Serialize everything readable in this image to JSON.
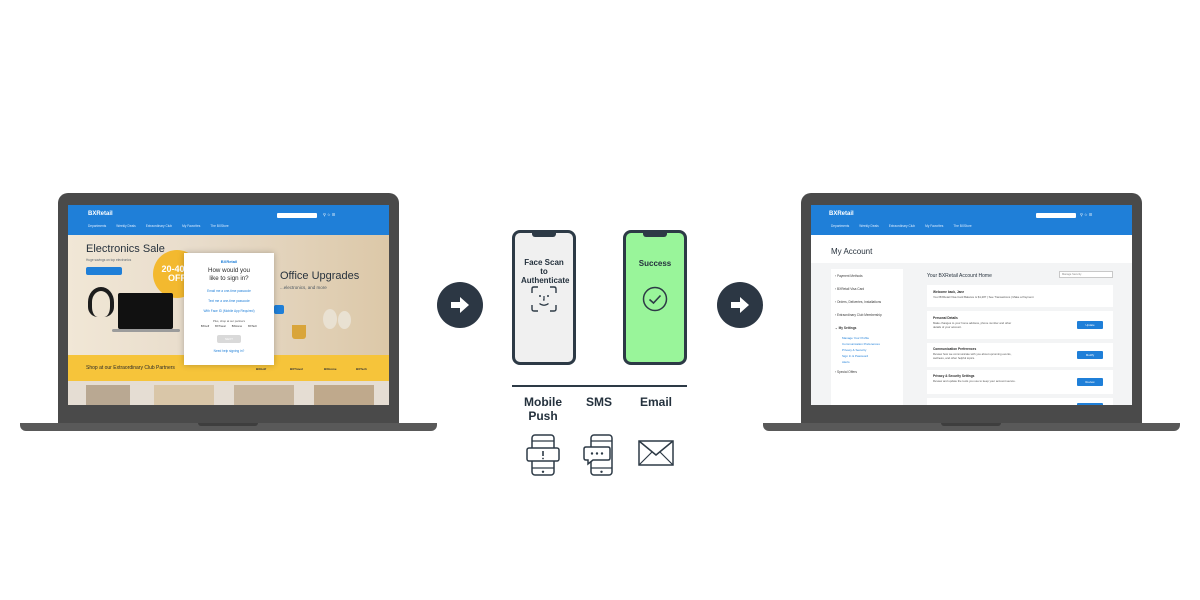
{
  "left_screen": {
    "logo": "BXRetail",
    "nav": [
      "Departments",
      "Weekly Deals",
      "Extraordinary Club",
      "My Favorites",
      "The BXStore"
    ],
    "hero_title": "Electronics Sale",
    "hero_sub": "Huge savings on top electronics",
    "badge": "20-40% OFF",
    "office_title": "Office Upgrades",
    "office_sub": "...electronics, and more",
    "partners_text": "Shop at our Extraordinary Club Partners",
    "partner_logos": [
      "BXGolf",
      "BXTravel",
      "BXHome",
      "BXTech"
    ],
    "modal": {
      "logo": "BXRetail",
      "title_line1": "How would you",
      "title_line2": "like to sign in?",
      "option1": "Email me a one-time passcode",
      "option2": "Text me a one-time passcode",
      "option3": "With Face ID (Mobile App Required)",
      "small": "Plus, shop at our partners",
      "logos": [
        "BXGolf",
        "BXTravel",
        "BXHome",
        "BXTech"
      ],
      "next": "NEXT",
      "help": "Need help signing in?"
    }
  },
  "phones": {
    "face_scan": "Face Scan to Authenticate",
    "success": "Success"
  },
  "methods": [
    {
      "label": "Mobile Push",
      "icon": "mobile-push-icon"
    },
    {
      "label": "SMS",
      "icon": "sms-icon"
    },
    {
      "label": "Email",
      "icon": "email-icon"
    }
  ],
  "right_screen": {
    "logo": "BXRetail",
    "nav": [
      "Departments",
      "Weekly Deals",
      "Extraordinary Club",
      "My Favorites",
      "The BXStore"
    ],
    "page_title": "My Account",
    "side_items": [
      "Payment Methods",
      "BXRetail Visa Card",
      "Orders, Deliveries, Installations",
      "Extraordinary Club Membership",
      "My Settings"
    ],
    "side_subs": [
      "Manage Your Profile",
      "Communication Preferences",
      "Privacy & Security",
      "Sign In & Password",
      "Alerts"
    ],
    "side_last": "Special Offers",
    "panel_title": "Your BXRetail Account Home",
    "dropdown": "Manage Security",
    "welcome": "Welcome back, Jane",
    "welcome_sub": "Your BXRetail Visa Card Balance is $1,287 | See Transactions | Make a Payment",
    "cards": [
      {
        "title": "Personal Details",
        "text": "Make changes to your home address, phone number and other details of your account.",
        "button": "Update"
      },
      {
        "title": "Communication Preferences",
        "text": "Review how we communicate with you about upcoming events, wellness, and other helpful topics.",
        "button": "Modify"
      },
      {
        "title": "Privacy & Security Settings",
        "text": "Review and update the tools you use to keep your account secure.",
        "button": "Review"
      }
    ]
  },
  "colors": {
    "brand_blue": "#1f7fd8",
    "dark": "#2c3744",
    "success_green": "#99f59a",
    "phone_gray": "#f0f0f0",
    "yellow": "#f6c43a"
  }
}
